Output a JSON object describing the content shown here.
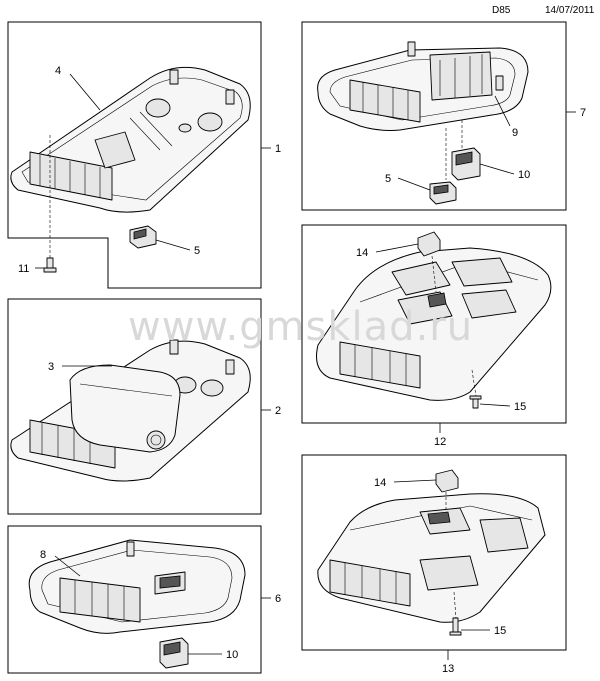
{
  "header": {
    "code": "D85",
    "date": "14/07/2011"
  },
  "watermark": "www.gmsklad.ru",
  "panels": {
    "p1": {
      "number": "1",
      "callouts": {
        "a": "4",
        "b": "5",
        "c": "11"
      }
    },
    "p2": {
      "number": "2",
      "callouts": {
        "a": "3"
      }
    },
    "p6": {
      "number": "6",
      "callouts": {
        "a": "8",
        "b": "10"
      }
    },
    "p7": {
      "number": "7",
      "callouts": {
        "a": "9",
        "b": "5",
        "c": "10"
      }
    },
    "p12": {
      "number": "12",
      "callouts": {
        "a": "14",
        "b": "15"
      }
    },
    "p13": {
      "number": "13",
      "callouts": {
        "a": "14",
        "b": "15"
      }
    }
  }
}
